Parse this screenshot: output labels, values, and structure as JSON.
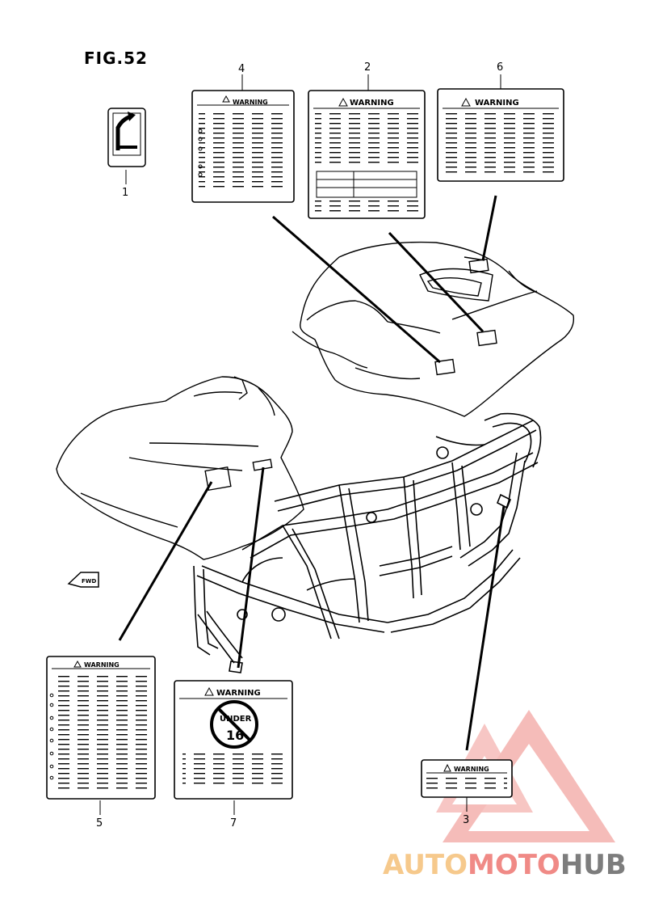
{
  "figure": {
    "title": "FIG.52"
  },
  "callouts": [
    {
      "id": "1",
      "label": "1"
    },
    {
      "id": "2",
      "label": "2"
    },
    {
      "id": "3",
      "label": "3"
    },
    {
      "id": "4",
      "label": "4"
    },
    {
      "id": "5",
      "label": "5"
    },
    {
      "id": "6",
      "label": "6"
    },
    {
      "id": "7",
      "label": "7"
    }
  ],
  "labels": {
    "warning": "WARNING",
    "under_text": "UNDER",
    "age_number": "16",
    "fwd_arrow": "FWD"
  },
  "watermark": {
    "part1": "AUTO",
    "part2": "MOTO",
    "part3": "HUB",
    "colors": {
      "auto": "#f6c98c",
      "moto": "#f08a86",
      "hub": "#7d7d7d",
      "logo": "#f08a86"
    }
  }
}
